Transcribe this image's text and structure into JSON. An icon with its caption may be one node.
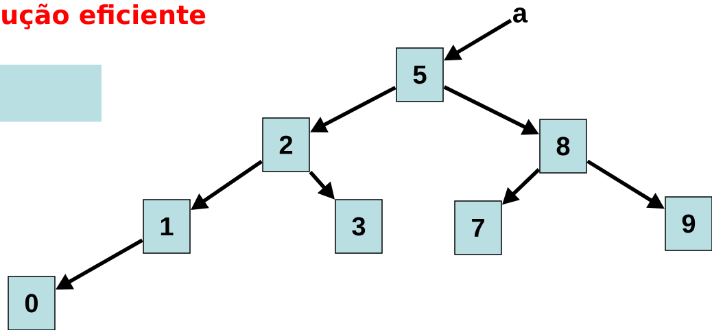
{
  "diagram": {
    "title": "ução eficiente",
    "nodes": [
      {
        "text": [
          "a"
        ]
      },
      {
        "text": [
          "5"
        ]
      },
      {
        "text": [
          "2"
        ]
      },
      {
        "text": [
          "8"
        ]
      },
      {
        "text": [
          "1"
        ]
      },
      {
        "text": [
          "3"
        ]
      },
      {
        "text": [
          "7"
        ]
      },
      {
        "text": [
          "9"
        ]
      },
      {
        "text": [
          "0"
        ]
      },
      {
        "text": [],
        "shape": "box"
      }
    ],
    "edges": [
      {
        "from": 0,
        "to": 1,
        "arrow": "to"
      },
      {
        "from": 1,
        "to": 2,
        "arrow": "to"
      },
      {
        "from": 1,
        "to": 3,
        "arrow": "to"
      },
      {
        "from": 2,
        "to": 4,
        "arrow": "to"
      },
      {
        "from": 2,
        "to": 5,
        "arrow": "to"
      },
      {
        "from": 3,
        "to": 6,
        "arrow": "to"
      },
      {
        "from": 3,
        "to": 7,
        "arrow": "to"
      },
      {
        "from": 4,
        "to": 8,
        "arrow": "to"
      }
    ]
  }
}
